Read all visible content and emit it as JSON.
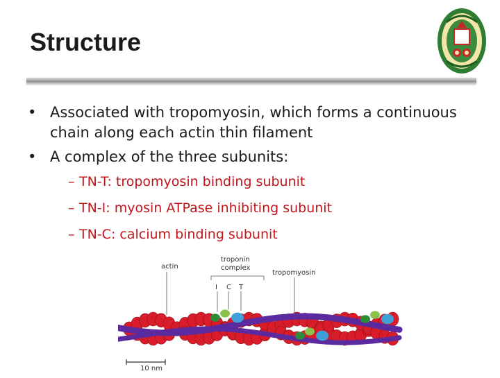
{
  "slide": {
    "title": "Structure",
    "bullets": [
      {
        "text": "Associated with tropomyosin, which  forms a continuous chain along each actin thin filament",
        "marker": "•"
      },
      {
        "text": "A complex of the three subunits:",
        "marker": "•"
      }
    ],
    "sub_bullets": [
      {
        "marker": "–",
        "text": " TN-T: tropomyosin binding subunit"
      },
      {
        "marker": "–",
        "text": "TN-I: myosin ATPase inhibiting subunit"
      },
      {
        "marker": "–",
        "text": "TN-C: calcium binding subunit"
      }
    ],
    "text_color": "#1a1a1a",
    "sub_bullet_color": "#c0151b"
  },
  "figure": {
    "label_actin": "actin",
    "label_troponin_line1": "troponin",
    "label_troponin_line2": "complex",
    "label_tropomyosin": "tropomyosin",
    "label_i": "I",
    "label_c": "C",
    "label_t": "T",
    "scale_label": "10 nm",
    "colors": {
      "actin": "#d81c2a",
      "tropomyosin": "#5b2a9e",
      "troponin_t": "#3f9fd8",
      "troponin_c": "#8bc34a",
      "troponin_i": "#2e8b3a"
    }
  },
  "logo": {
    "name": "university-seal"
  }
}
